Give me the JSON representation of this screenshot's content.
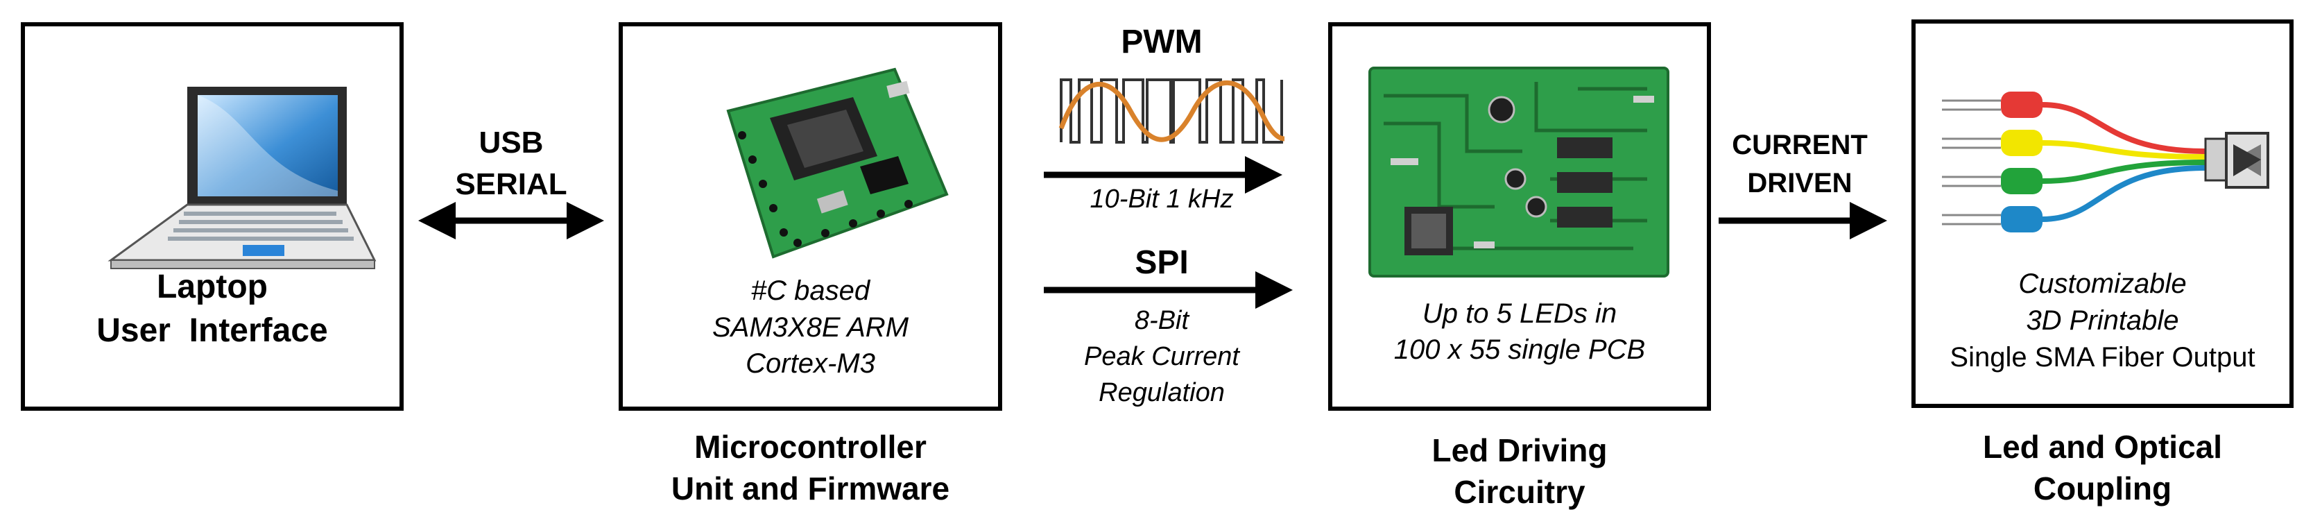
{
  "blocks": {
    "laptop": {
      "title_line1": "Laptop",
      "title_line2": "User  Interface",
      "icon": "laptop-icon"
    },
    "mcu": {
      "desc_line1": "#C based",
      "desc_line2": "SAM3X8E ARM",
      "desc_line3": "Cortex-M3",
      "caption_line1": "Microcontroller",
      "caption_line2": "Unit and Firmware",
      "icon": "microcontroller-board-icon"
    },
    "driver": {
      "desc_line1": "Up to 5 LEDs in",
      "desc_line2": "100 x 55 single PCB",
      "caption_line1": "Led Driving",
      "caption_line2": "Circuitry",
      "icon": "pcb-icon"
    },
    "optical": {
      "desc_line1": "Customizable",
      "desc_line2": "3D Printable",
      "desc_line3": "Single SMA Fiber Output",
      "caption_line1": "Led and Optical",
      "caption_line2": "Coupling",
      "icon": "led-fiber-coupler-icon"
    }
  },
  "links": {
    "usb": {
      "line1": "USB",
      "line2": "SERIAL"
    },
    "pwm": {
      "label": "PWM",
      "detail": "10-Bit 1 kHz",
      "icon": "pwm-waveform-icon"
    },
    "spi": {
      "label": "SPI",
      "detail_line1": "8-Bit",
      "detail_line2": "Peak Current",
      "detail_line3": "Regulation"
    },
    "current": {
      "line1": "CURRENT",
      "line2": "DRIVEN"
    }
  },
  "colors": {
    "pcb_green": "#2e9e4a",
    "pcb_trace": "#1d6b2f",
    "wave_orange": "#d9822b",
    "led_red": "#e53935",
    "led_yellow": "#f2e600",
    "led_green": "#22a33a",
    "led_blue": "#1e88c8"
  }
}
